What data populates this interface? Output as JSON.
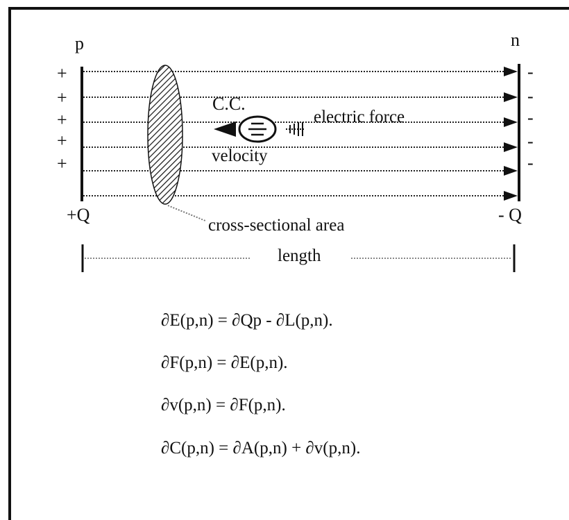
{
  "labels": {
    "p": "p",
    "n": "n",
    "plus_signs": [
      "+",
      "+",
      "+",
      "+",
      "+"
    ],
    "minus_signs": [
      "-",
      "-",
      "-",
      "-",
      "-"
    ],
    "plus_q": "+Q",
    "minus_q": "- Q",
    "cc": "C.C.",
    "electric_force": "electric force",
    "velocity": "velocity",
    "cross_sectional_area": "cross-sectional area",
    "length": "length"
  },
  "equations": [
    "∂E(p,n) = ∂Qp - ∂L(p,n).",
    "∂F(p,n) = ∂E(p,n).",
    "∂v(p,n) = ∂F(p,n).",
    "∂C(p,n) = ∂A(p,n) + ∂v(p,n)."
  ]
}
